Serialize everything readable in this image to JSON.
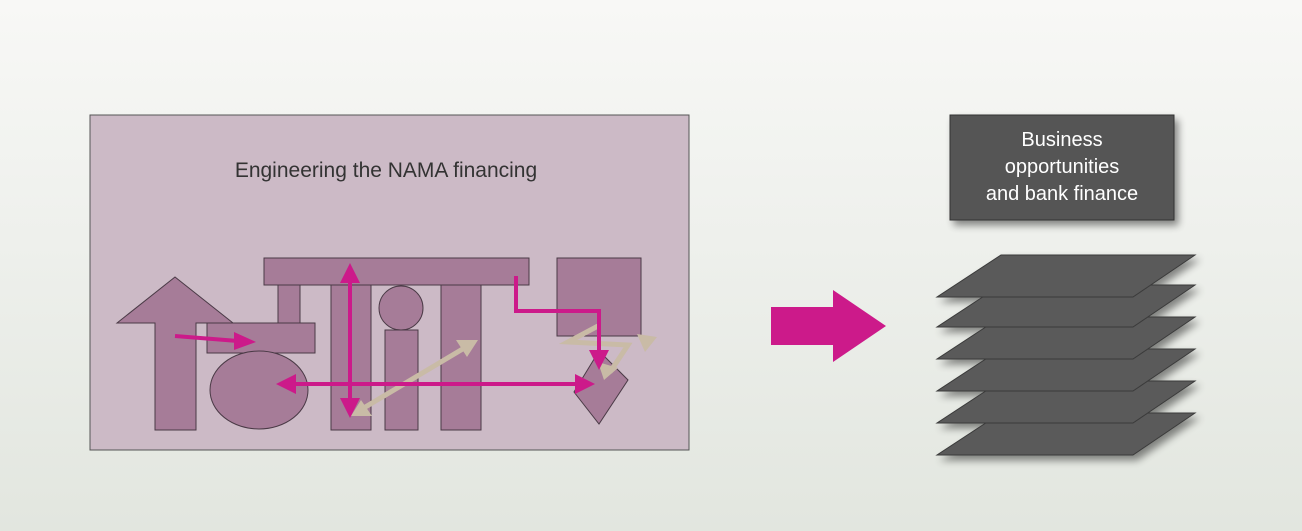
{
  "left_panel": {
    "title": "Engineering the NAMA financing"
  },
  "right_box": {
    "lines": [
      "Business",
      "opportunities",
      "and bank finance"
    ]
  },
  "colors": {
    "panel_fill": "#ccbac6",
    "block_fill": "#a67c98",
    "arrow_magenta": "#cc1a8a",
    "arrow_beige": "#c9bba6",
    "dark_box": "#555555",
    "stack_layer": "#5a5a5a"
  }
}
